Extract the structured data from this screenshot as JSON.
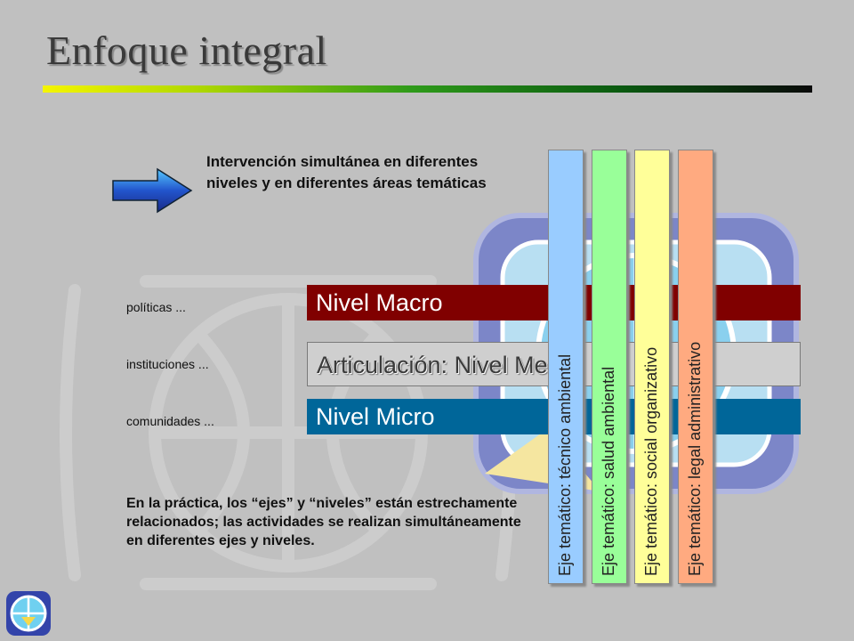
{
  "title": "Enfoque integral",
  "intro_text": "Intervención simultánea en diferentes niveles y en diferentes áreas temáticas",
  "side_labels": [
    "políticas ...",
    "instituciones ...",
    "comunidades ..."
  ],
  "levels": {
    "macro": "Nivel Macro",
    "meso": "Articulación: Nivel Meso",
    "micro": "Nivel Micro"
  },
  "ejes": [
    {
      "label": "Eje temático: técnico ambiental",
      "color": "#99ccff"
    },
    {
      "label": "Eje temático: salud ambiental",
      "color": "#99ff99"
    },
    {
      "label": "Eje temático: social organizativo",
      "color": "#ffff99"
    },
    {
      "label": "Eje temático: legal administrativo",
      "color": "#ffaa80"
    }
  ],
  "practice_text": "En la práctica, los “ejes” y “niveles” están estrechamente relacionados; las actividades se realizan simultáneamente en diferentes ejes y niveles.",
  "colors": {
    "macro": "#800000",
    "micro": "#006699",
    "meso": "#cfcfcf"
  },
  "icons": [
    "arrow-right-icon",
    "globe-logo-icon"
  ]
}
